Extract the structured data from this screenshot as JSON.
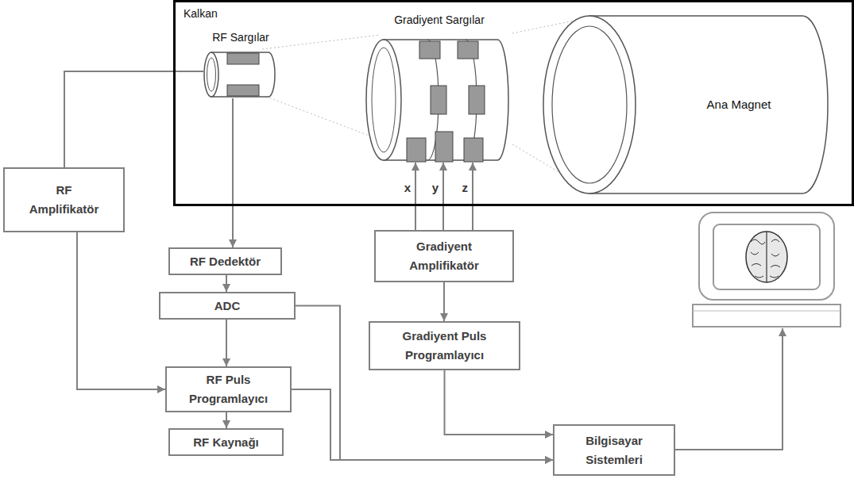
{
  "diagram": {
    "nodes": [
      {
        "text": [
          "Kalkan"
        ]
      },
      {
        "text": [
          "RF Sargılar"
        ],
        "in": 0
      },
      {
        "text": [
          "Gradiyent Sargılar"
        ],
        "in": 0
      },
      {
        "text": [
          "Ana Magnet"
        ],
        "in": 0
      },
      {
        "text": [
          "RF Amplifikatör"
        ]
      },
      {
        "text": [
          "RF Dedektör"
        ]
      },
      {
        "text": [
          "ADC"
        ]
      },
      {
        "text": [
          "RF Puls Programlayıcı"
        ]
      },
      {
        "text": [
          "RF Kaynağı"
        ]
      },
      {
        "text": [
          "Gradiyent Amplifikatör"
        ]
      },
      {
        "text": [
          "Gradiyent Puls Programlayıcı"
        ]
      },
      {
        "text": [
          "Bilgisayar Sistemleri"
        ]
      }
    ],
    "edges": [
      {
        "from": 1,
        "to": 5,
        "arrow": "to"
      },
      {
        "from": 4,
        "to": 1,
        "arrow": "none"
      },
      {
        "from": 4,
        "to": 7,
        "arrow": "to"
      },
      {
        "from": 5,
        "to": 6,
        "arrow": "to"
      },
      {
        "from": 6,
        "to": 7,
        "arrow": "to"
      },
      {
        "from": 7,
        "to": 8,
        "arrow": "to"
      },
      {
        "from": 9,
        "to": 2,
        "label": "x",
        "arrow": "to"
      },
      {
        "from": 9,
        "to": 2,
        "label": "y",
        "arrow": "to"
      },
      {
        "from": 9,
        "to": 2,
        "label": "z",
        "arrow": "to"
      },
      {
        "from": 9,
        "to": 10,
        "arrow": "to"
      },
      {
        "from": 10,
        "to": 11,
        "arrow": "to"
      },
      {
        "from": 6,
        "to": 11,
        "arrow": "to"
      },
      {
        "from": 7,
        "to": 11,
        "arrow": "to"
      }
    ]
  }
}
